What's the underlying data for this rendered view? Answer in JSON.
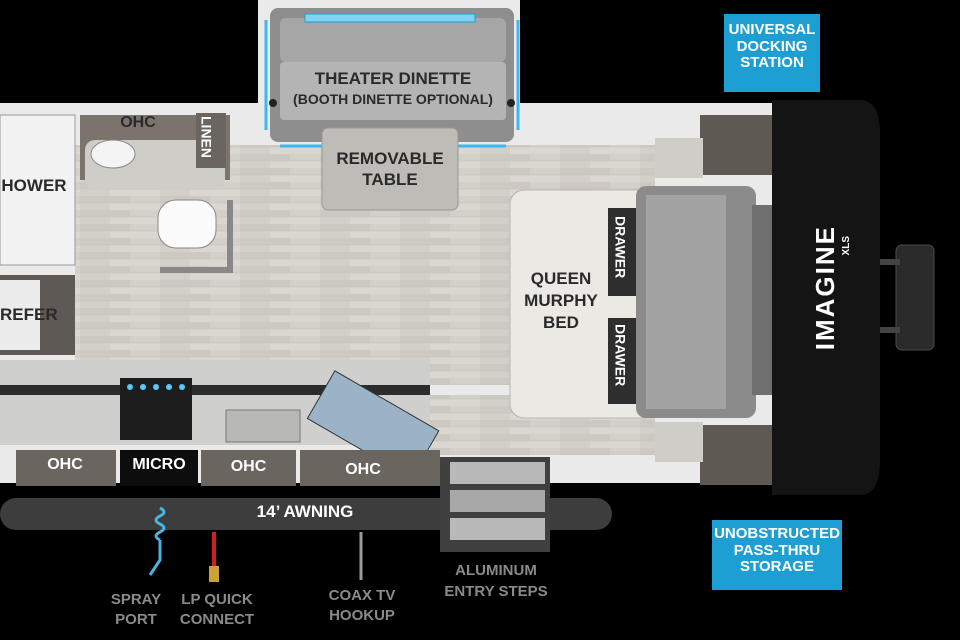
{
  "labels": {
    "theater_dinette": "THEATER DINETTE",
    "booth_dinette": "(BOOTH DINETTE OPTIONAL)",
    "ohc": "OHC",
    "linen": "LINEN",
    "shower": "HOWER",
    "refer": "REFER",
    "removable_table_1": "REMOVABLE",
    "removable_table_2": "TABLE",
    "queen_1": "QUEEN",
    "queen_2": "MURPHY",
    "queen_3": "BED",
    "drawer": "DRAWER",
    "micro": "MICRO",
    "awning": "14’ AWNING",
    "spray_1": "SPRAY",
    "spray_2": "PORT",
    "lp_1": "LP QUICK",
    "lp_2": "CONNECT",
    "coax_1": "COAX TV",
    "coax_2": "HOOKUP",
    "steps_1": "ALUMINUM",
    "steps_2": "ENTRY STEPS",
    "imagine": "IMAGINE",
    "xls": "XLS"
  },
  "callouts": {
    "docking": [
      "UNIVERSAL",
      "DOCKING",
      "STATION"
    ],
    "storage": [
      "UNOBSTRUCTED",
      "PASS-THRU",
      "STORAGE"
    ]
  },
  "colors": {
    "accent": "#1e9fd3",
    "wall": "#e8e8e8",
    "floor": "#d5d2cc",
    "cabinet": "#6b6560",
    "counter": "#c9c9c7"
  }
}
